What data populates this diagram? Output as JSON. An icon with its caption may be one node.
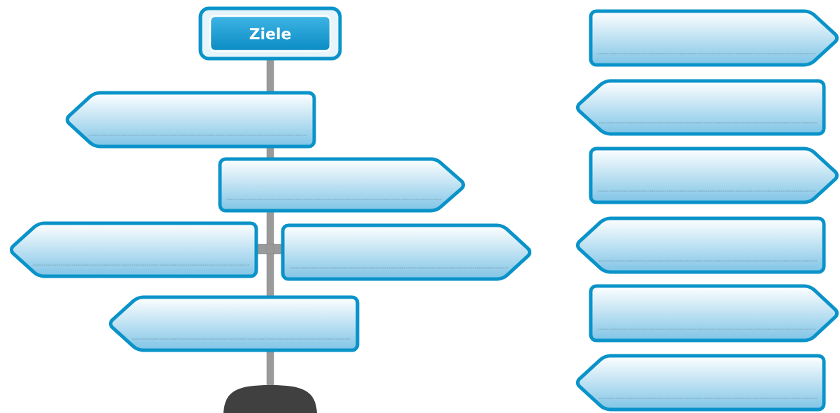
{
  "diagram": {
    "nodes": [
      {
        "text": [
          "Ziele"
        ]
      },
      {
        "text": [],
        "shape": "sign"
      },
      {
        "text": [],
        "shape": "sign"
      },
      {
        "text": [],
        "shape": "sign"
      },
      {
        "text": [],
        "shape": "sign"
      },
      {
        "text": [],
        "shape": "sign"
      },
      {
        "text": [],
        "shape": "sign"
      },
      {
        "text": [],
        "shape": "sign"
      },
      {
        "text": [],
        "shape": "sign"
      },
      {
        "text": [],
        "shape": "sign"
      },
      {
        "text": [],
        "shape": "sign"
      },
      {
        "text": [],
        "shape": "sign"
      }
    ]
  }
}
